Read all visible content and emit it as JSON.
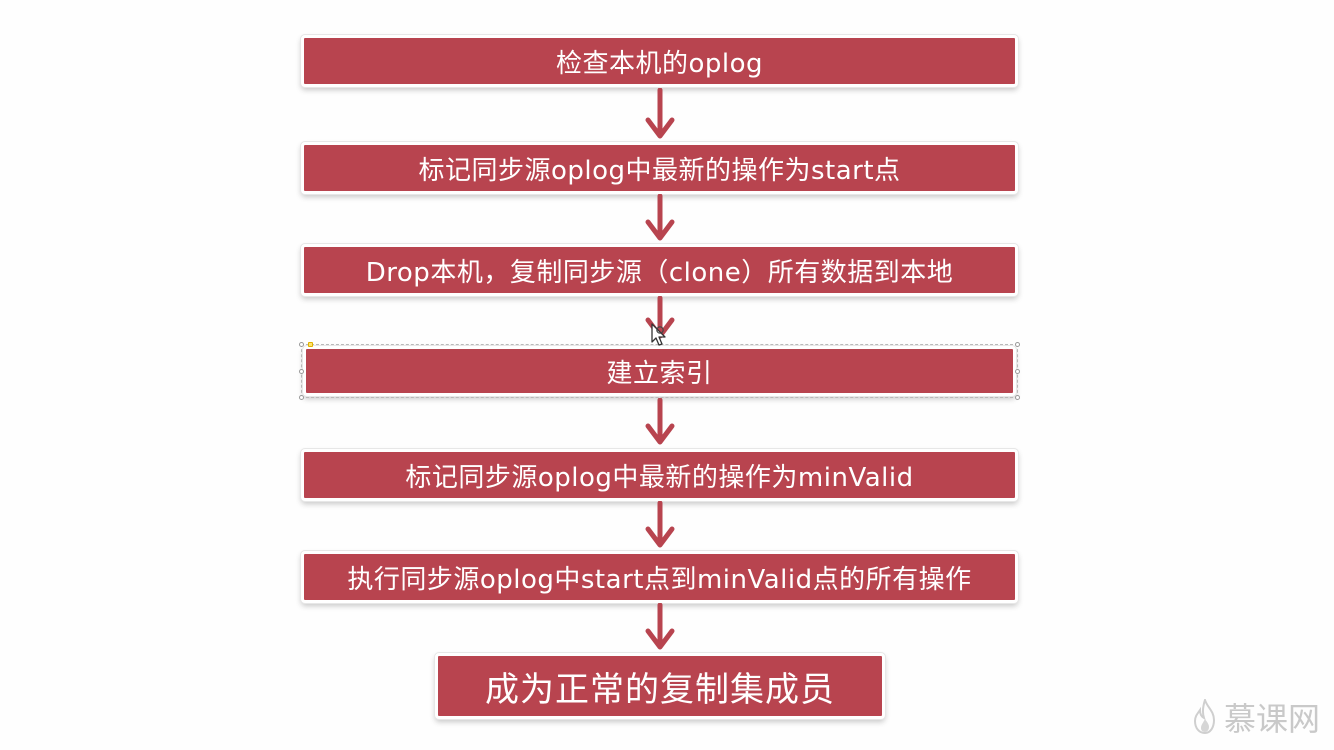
{
  "steps": [
    "检查本机的oplog",
    "标记同步源oplog中最新的操作为start点",
    "Drop本机，复制同步源（clone）所有数据到本地",
    "建立索引",
    "标记同步源oplog中最新的操作为minValid",
    "执行同步源oplog中start点到minValid点的所有操作",
    "成为正常的复制集成员"
  ],
  "watermark": {
    "text": "慕课网",
    "icon": "flame-logo-icon"
  },
  "colors": {
    "step_fill": "#b8444f",
    "arrow": "#b8444f",
    "text": "#ffffff",
    "watermark": "#c9c9c9"
  }
}
